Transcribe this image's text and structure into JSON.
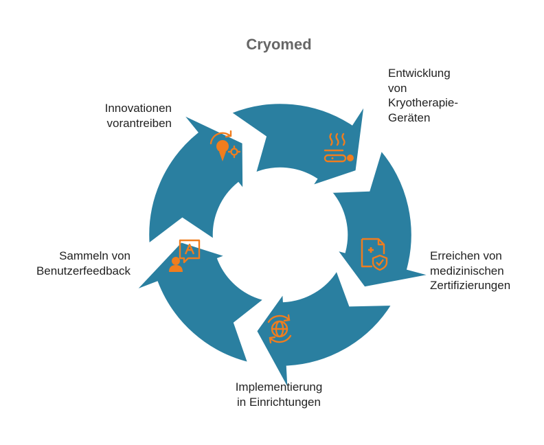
{
  "title": "Cryomed",
  "colors": {
    "segment": "#2a7fa0",
    "outline": "#ffffff",
    "icon": "#f07d1e",
    "title": "#666666",
    "text": "#222222"
  },
  "steps": [
    {
      "label": "Entwicklung\nvon\nKryotherapie-\nGeräten",
      "icon": "steaming-bed-icon"
    },
    {
      "label": "Erreichen von\nmedizinischen\nZertifizierungen",
      "icon": "medical-certificate-shield-icon"
    },
    {
      "label": "Implementierung\nin Einrichtungen",
      "icon": "globe-refresh-icon"
    },
    {
      "label": "Sammeln von\nBenutzerfeedback",
      "icon": "user-feedback-icon"
    },
    {
      "label": "Innovationen\nvorantreiben",
      "icon": "lightbulb-gear-icon"
    }
  ]
}
